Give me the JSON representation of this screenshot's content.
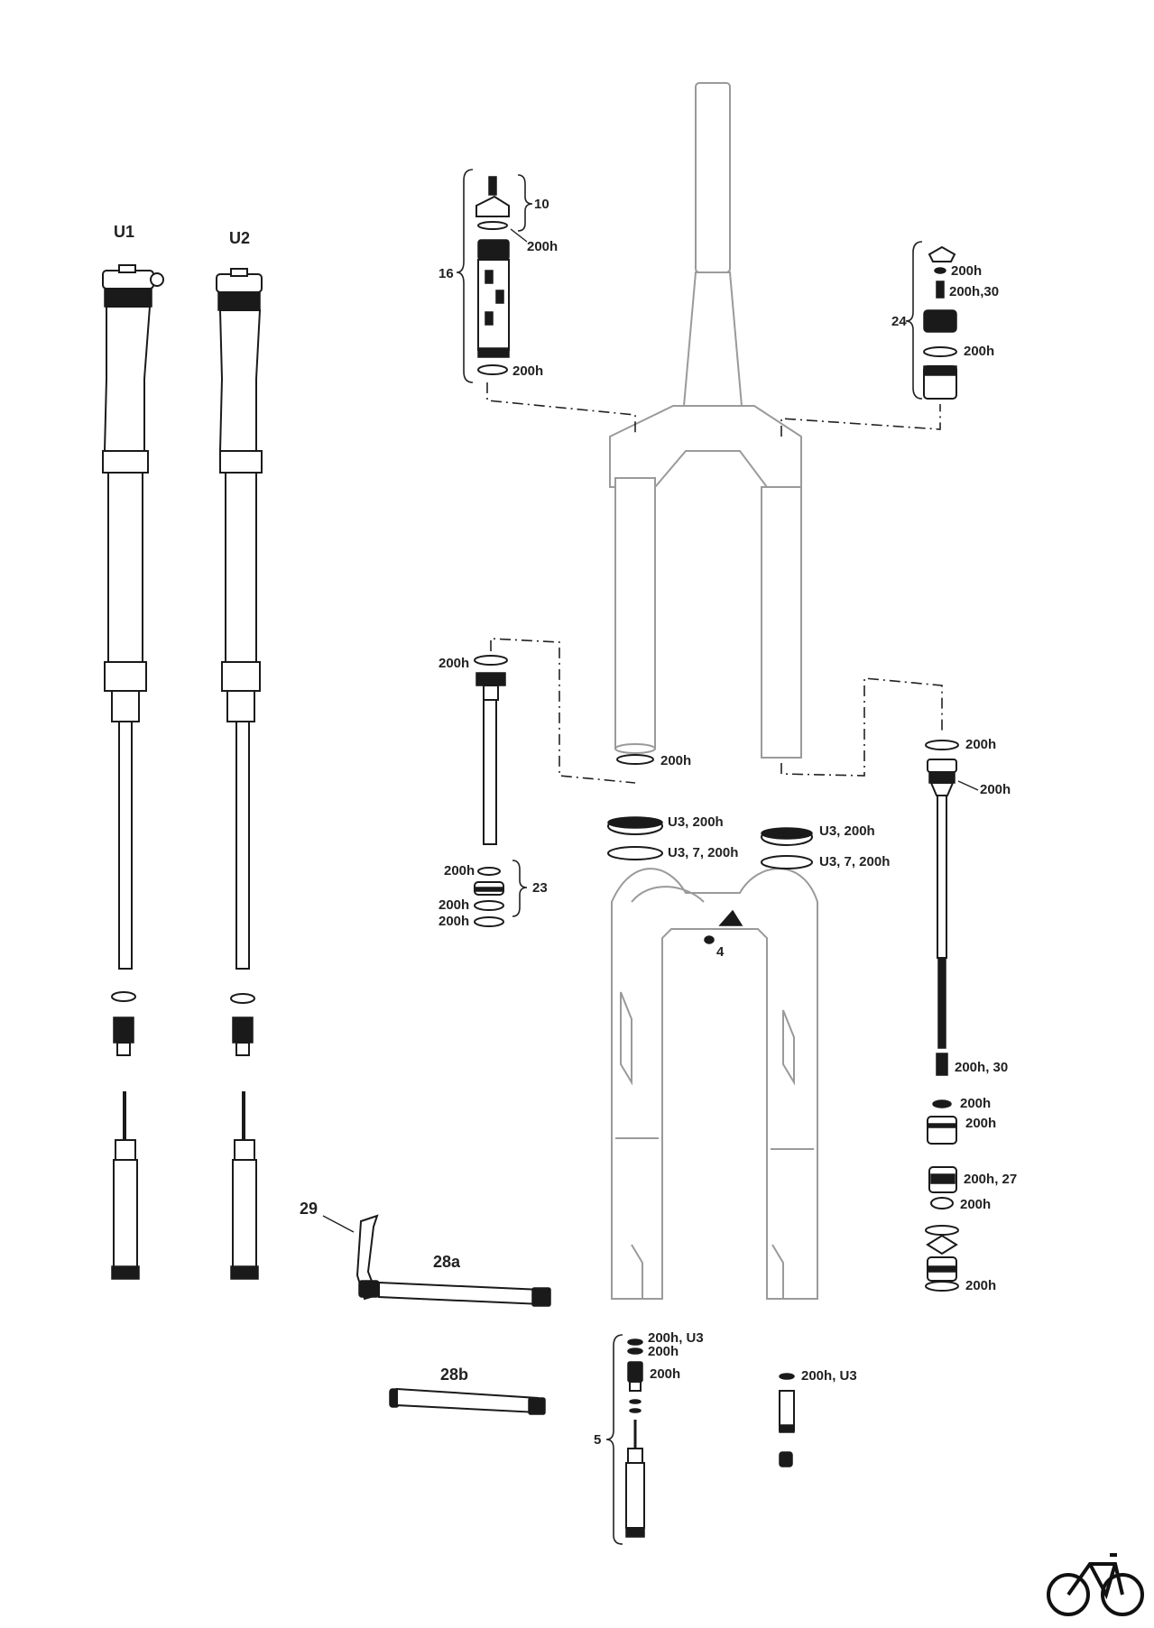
{
  "diagram": {
    "assembly_labels": {
      "u1": "U1",
      "u2": "U2",
      "damper_cap": "10",
      "damper_assembly": "16",
      "air_cap": "24",
      "rebound_kit": "23",
      "bleed_valve": "4",
      "lever": "29",
      "axle_a": "28a",
      "axle_b": "28b",
      "damper_foot": "5"
    },
    "callouts": {
      "damper_cap_oring": "200h",
      "damper_lower_oring": "200h",
      "air_top_oring": "200h",
      "air_valve": "200h,30",
      "air_cap_oring": "200h",
      "spring_seal_head": "200h",
      "stanchion_bottom": "200h",
      "left_seal": "U3, 200h",
      "left_wiper": "U3, 7, 200h",
      "right_seal": "U3, 200h",
      "right_wiper": "U3, 7, 200h",
      "kit_1": "200h",
      "kit_2": "200h",
      "kit_3": "200h",
      "air_top_ring": "200h",
      "air_head": "200h",
      "air_rod_valve": "200h, 30",
      "air_part_1": "200h",
      "air_part_2": "200h",
      "air_piston": "200h, 27",
      "air_part_3": "200h",
      "air_bottom": "200h",
      "foot_1": "200h, U3",
      "foot_2": "200h",
      "foot_3": "200h",
      "right_foot": "200h, U3"
    }
  }
}
